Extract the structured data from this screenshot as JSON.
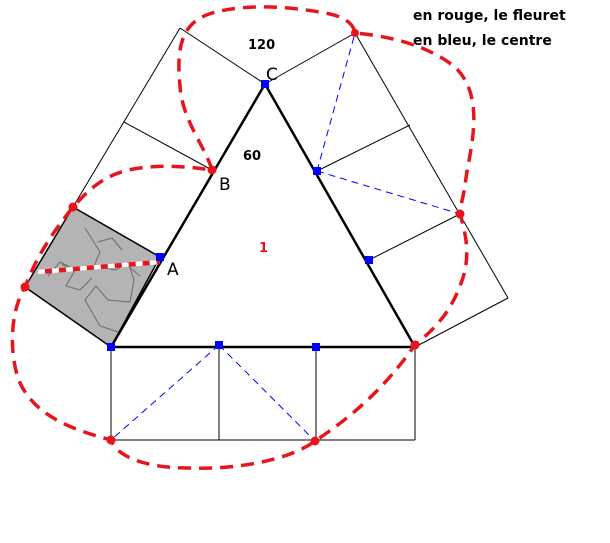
{
  "legend": {
    "red": "en rouge, le fleuret",
    "blue": "en bleu, le centre"
  },
  "labels": {
    "vertex_a": "A",
    "vertex_b": "B",
    "vertex_c": "C",
    "angle_120": "120",
    "angle_60": "60",
    "center": "1"
  },
  "colors": {
    "red": "#e8141b",
    "blue": "#0000ff",
    "black": "#000000",
    "gray_tile": "#b4b4b4"
  }
}
